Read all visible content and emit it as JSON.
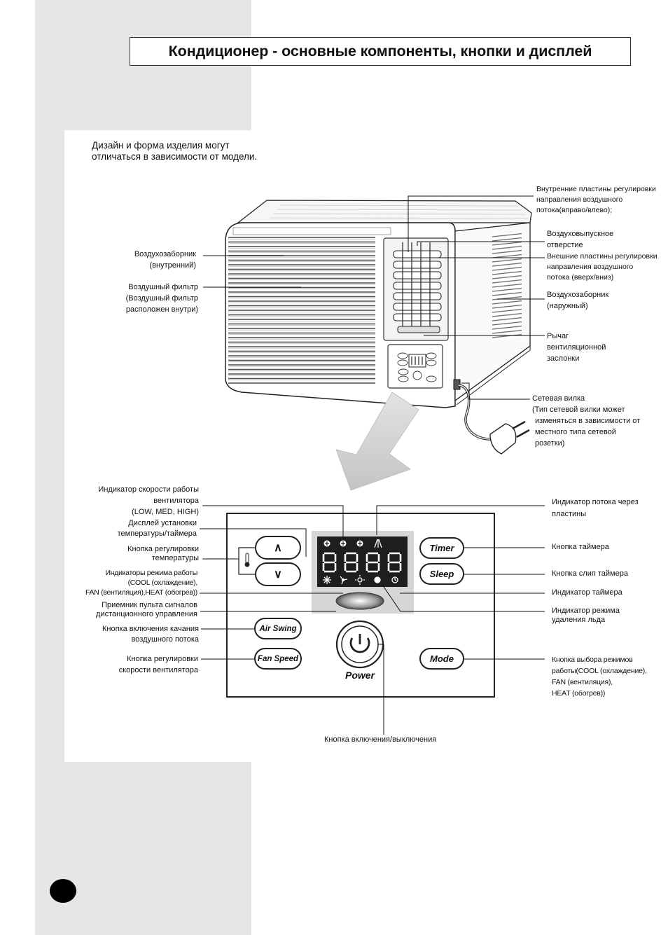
{
  "title": "Кондиционер - основные компоненты, кнопки и дисплей",
  "note": [
    "Дизайн и форма изделия могут",
    "отличаться в зависимости от модели."
  ],
  "unit_labels": {
    "inner_louvers": [
      "Внутренние пластины регулировки",
      "направления воздушного",
      "потока(вправо/влево);"
    ],
    "air_outlet": [
      "Воздуховыпускное",
      "отверстие"
    ],
    "outer_louvers": [
      "Внешние пластины регулировки",
      "направления воздушного",
      "потока (вверх/вниз)"
    ],
    "air_intake_outer": [
      "Воздухозаборник",
      "(наружный)"
    ],
    "vent_lever": [
      "Рычаг",
      "вентиляционной",
      "заслонки"
    ],
    "power_plug": [
      "Сетевая вилка",
      "(Тип сетевой вилки может",
      "изменяться в зависимости от",
      "местного типа сетевой",
      "розетки)"
    ],
    "air_intake_inner": [
      "Воздухозаборник",
      "(внутренний)"
    ],
    "air_filter": [
      "Воздушный фильтр",
      "(Воздушный фильтр",
      "расположен внутри)"
    ]
  },
  "panel_labels": {
    "fan_speed_indicator": [
      "Индикатор скорости работы",
      "вентилятора",
      "(LOW, MED, HIGH)"
    ],
    "temp_display": [
      "Дисплей установки",
      "температуры/таймера"
    ],
    "temp_button": [
      "Кнопка регулировки",
      "температуры"
    ],
    "mode_indicators": [
      "Индикаторы режима работы",
      "(COOL (охлаждение),",
      "FAN (вентиляция),HEAT (обогрев))"
    ],
    "remote_receiver": [
      "Приемник пульта сигналов",
      "дистанционного управления"
    ],
    "air_swing_button": [
      "Кнопка включения качания",
      "воздушного потока"
    ],
    "fan_speed_button": [
      "Кнопка регулировки",
      "скорости вентилятора"
    ],
    "louver_indicator": [
      "Индикатор потока через",
      "пластины"
    ],
    "timer_button": [
      "Кнопка таймера"
    ],
    "sleep_button": [
      "Кнопка слип таймера"
    ],
    "timer_indicator": [
      "Индикатор таймера"
    ],
    "deice_indicator": [
      "Индикатор режима",
      "удаления льда"
    ],
    "mode_button": [
      "Кнопка выбора режимов",
      "работы(COOL (охлаждение),",
      "FAN (вентиляция),",
      "HEAT (обогрев))"
    ],
    "power_button": [
      "Кнопка включения/выключения"
    ]
  },
  "buttons": {
    "timer": "Timer",
    "sleep": "Sleep",
    "air_swing": "Air Swing",
    "fan_speed": "Fan Speed",
    "mode": "Mode",
    "power": "Power",
    "up": "∧",
    "down": "∨"
  },
  "display": {
    "digits": "8888"
  },
  "icons": {
    "fan_speed": [
      "fan-low-icon",
      "fan-med-icon",
      "fan-high-icon"
    ],
    "louver": "louver-flow-icon",
    "modes": [
      "snowflake-icon",
      "fan-mode-icon",
      "sun-icon"
    ],
    "deice": "deice-icon",
    "timer": "clock-icon",
    "thermometer": "thermometer-icon",
    "power": "power-icon"
  }
}
